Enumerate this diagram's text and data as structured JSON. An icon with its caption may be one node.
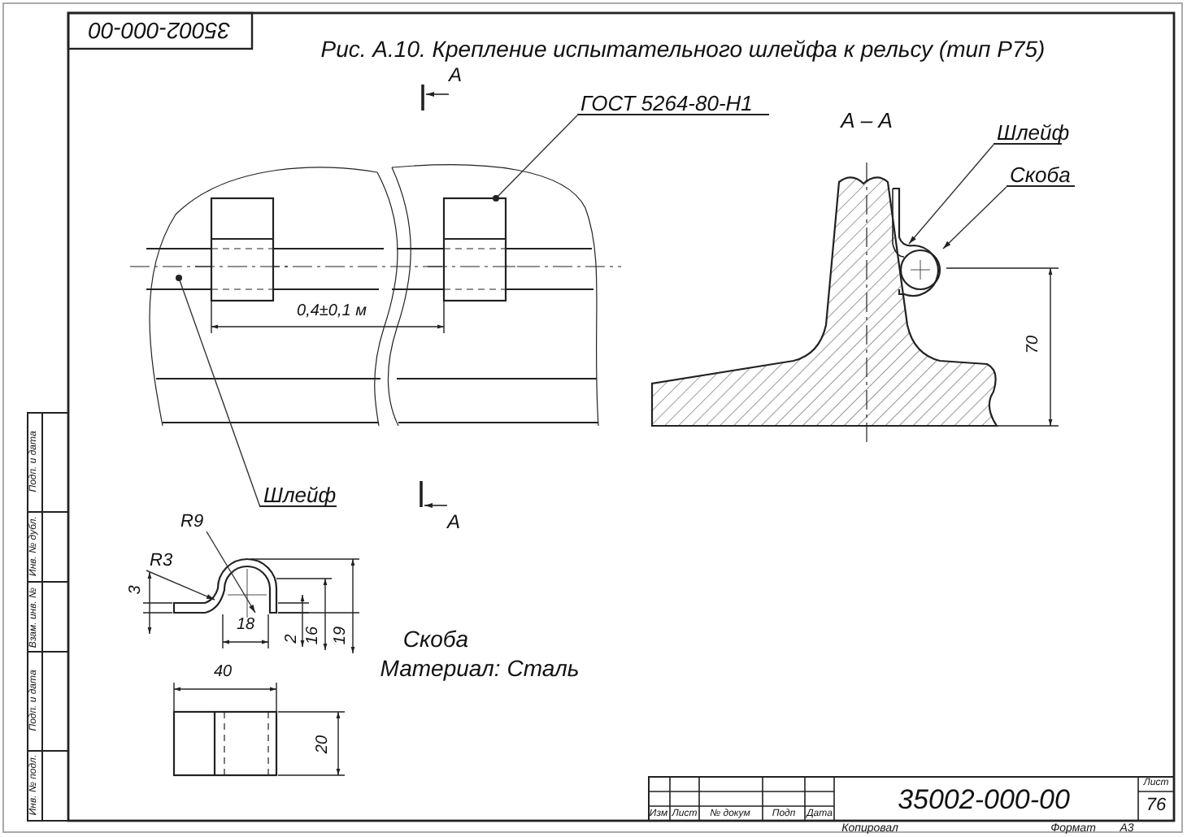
{
  "diagram": {
    "title": "Рис. А.10. Крепление испытательного шлейфа к рельсу (тип Р75)",
    "nodes": [
      {
        "text": [
          "ГОСТ 5264-80-Н1"
        ]
      },
      {
        "text": [
          "Шлейф"
        ]
      },
      {
        "text": [
          "Шлейф"
        ]
      },
      {
        "text": [
          "Скоба"
        ]
      },
      {
        "text": [
          "R9"
        ]
      },
      {
        "text": [
          "R3"
        ]
      },
      {
        "text": [],
        "shape": "picture"
      }
    ],
    "edges": [
      {
        "from": 0,
        "to": null,
        "arrow": "other"
      },
      {
        "from": 1,
        "to": null,
        "arrow": "other"
      },
      {
        "from": 2,
        "to": null,
        "arrow": "to"
      },
      {
        "from": 3,
        "to": null,
        "arrow": "to"
      },
      {
        "from": 4,
        "to": 6,
        "arrow": "to"
      },
      {
        "from": 5,
        "to": 6,
        "arrow": "to"
      }
    ],
    "labels": [
      "35002-000-00",
      "А",
      "А – А",
      "0,4±0,1 м",
      "70",
      "А",
      "3",
      "18",
      "2",
      "16",
      "19",
      "Скоба",
      "Материал: Сталь",
      "40",
      "20",
      "Подп. и дата",
      "Инв. № дубл.",
      "Взам. инв. №",
      "Подп. и дата",
      "Инв. № подл.",
      "Изм",
      "Лист",
      "№ докум",
      "Подп",
      "Дата",
      "35002-000-00",
      "Лист",
      "76",
      "Копировал",
      "Формат",
      "А3"
    ]
  }
}
